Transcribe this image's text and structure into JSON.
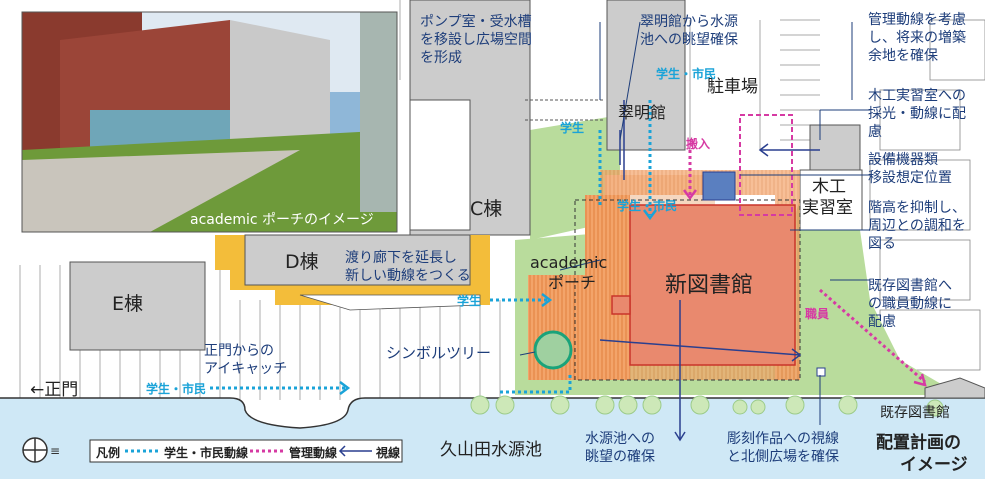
{
  "perspective_caption": "academic ポーチのイメージ",
  "buildings": {
    "c": "C棟",
    "d": "D棟",
    "e": "E棟",
    "suimeikan": "翠明館",
    "library": "新図書館",
    "mokko_l1": "木工",
    "mokko_l2": "実習室",
    "kizon": "既存図書館",
    "parking": "駐車場"
  },
  "porch_l1": "academic",
  "porch_l2": "ポーチ",
  "main_gate": "←正門",
  "reservoir": "久山田水源池",
  "symbol_tree": "シンボルツリー",
  "flow_labels": {
    "student_top": "学生",
    "student_citizen_top": "学生・市民",
    "delivery": "搬入",
    "student_citizen_mid": "学生・市民",
    "student_corridor": "学生",
    "student_citizen_gate": "学生・市民",
    "staff": "職員"
  },
  "notes": {
    "pump": [
      "ポンプ室・受水槽",
      "を移設し広場空間",
      "を形成"
    ],
    "view_reservoir_top": [
      "翠明館から水源",
      "池への眺望確保"
    ],
    "management": [
      "管理動線を考慮",
      "し、将来の増築",
      "余地を確保"
    ],
    "mokko": [
      "木工実習室への",
      "採光・動線に配",
      "慮"
    ],
    "equipment": [
      "設備機器類",
      "移設想定位置"
    ],
    "height": [
      "階高を抑制し、",
      "周辺との調和を",
      "図る"
    ],
    "corridor": [
      "渡り廊下を延長し",
      "新しい動線をつくる"
    ],
    "eyecatch": [
      "正門からの",
      "アイキャッチ"
    ],
    "existing_staff": [
      "既存図書館へ",
      "の職員動線に",
      "配慮"
    ],
    "reservoir_view": [
      "水源池への",
      "眺望の確保"
    ],
    "sculpture": [
      "彫刻作品への視線",
      "と北側広場を確保"
    ]
  },
  "legend": {
    "title": "凡例",
    "student": "学生・市民動線",
    "management": "管理動線",
    "view": "視線"
  },
  "plan_title": [
    "配置計画の",
    "イメージ"
  ],
  "colors": {
    "library": "#e9896e",
    "porch": "#f3a46a",
    "green": "#b9dc9c",
    "water": "#cfe8f6",
    "student_flow": "#1aa3d8",
    "management_flow": "#d63aa3",
    "view_line": "#2a3f8f",
    "note_text": "#1d3d7a"
  }
}
